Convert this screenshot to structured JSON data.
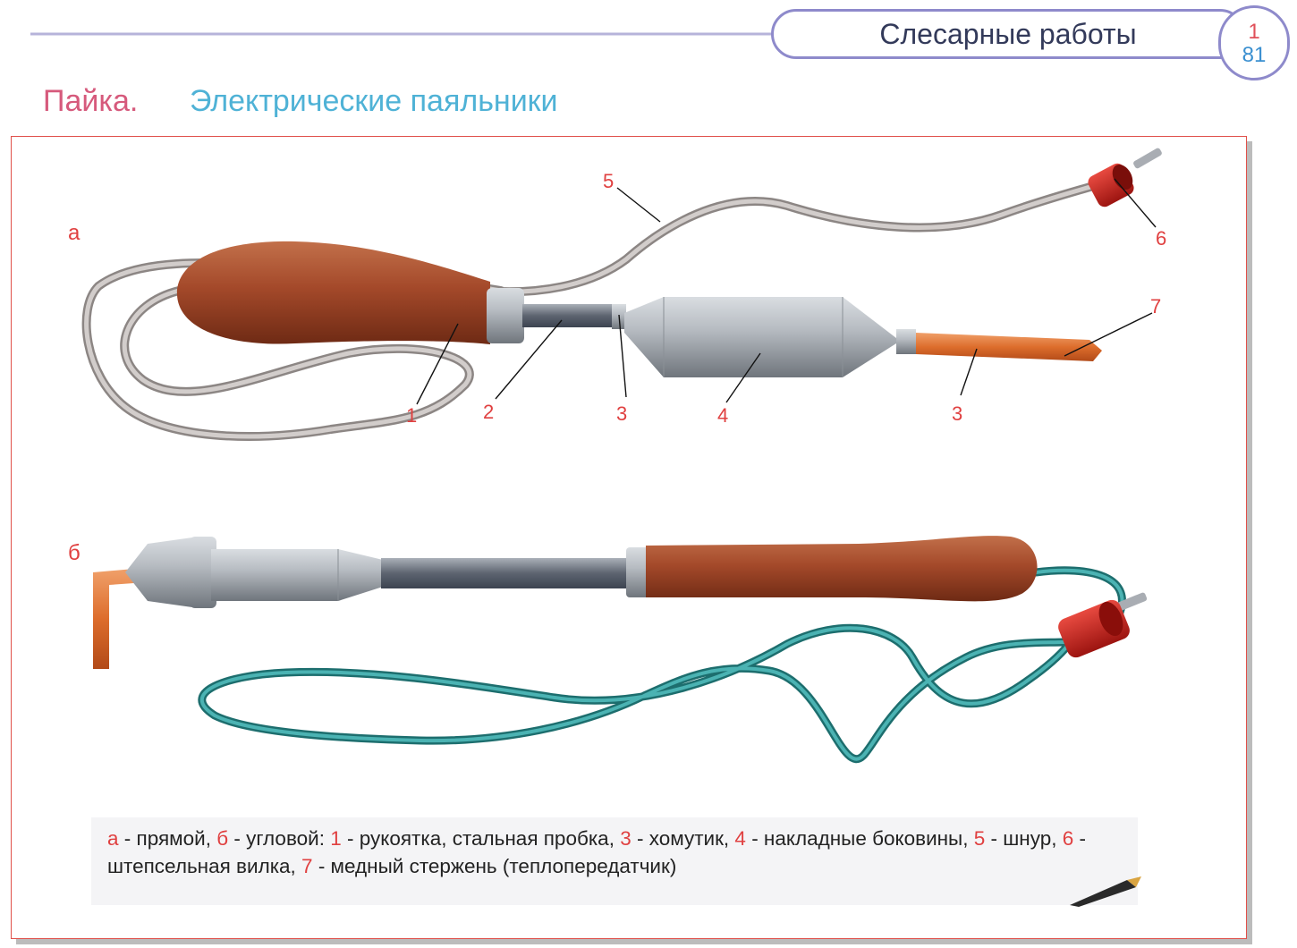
{
  "header": {
    "title": "Слесарные работы",
    "section_number": "1",
    "page_number": "81"
  },
  "topic": "Пайка.",
  "subtopic": "Электрические паяльники",
  "figure": {
    "variant_a": "а",
    "variant_b": "б",
    "callouts": {
      "c1": "1",
      "c2": "2",
      "c3a": "3",
      "c4": "4",
      "c3b": "3",
      "c5": "5",
      "c6": "6",
      "c7": "7"
    }
  },
  "caption": {
    "a_key": "а",
    "a_text": " - прямой, ",
    "b_key": "б",
    "b_text": " - угловой: ",
    "k1": "1",
    "t1": " - рукоятка, стальная пробка, ",
    "k3": "3",
    "t3": " - хомутик, ",
    "k4": "4",
    "t4": " - накладные боковины, ",
    "k5": "5",
    "t5": " - шнур, ",
    "k6": "6",
    "t6": " - штепсельная вилка, ",
    "k7": "7",
    "t7": " - медный стержень (теплопередатчик)"
  },
  "colors": {
    "frame": "#e0504a",
    "header_outline": "#8e8acb",
    "topic": "#d65a7c",
    "subtopic": "#4fb2d6",
    "callout": "#e04040",
    "wood": "#a04a2c",
    "copper": "#e07b3a",
    "steel": "#a9adb3",
    "cord_a": "#b9b3b1",
    "cord_b": "#3a9a9a",
    "plug": "#c8221f"
  }
}
